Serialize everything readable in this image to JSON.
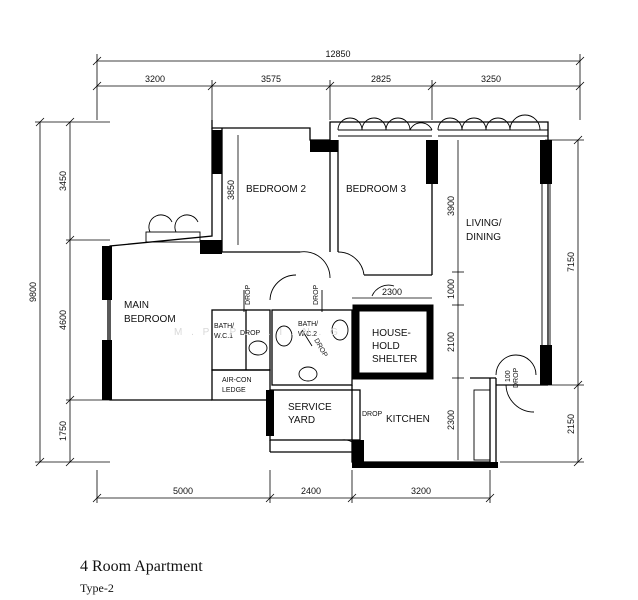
{
  "dimensions": {
    "top_total": "12850",
    "top_segments": [
      "3200",
      "3575",
      "2825",
      "3250"
    ],
    "bottom_segments": [
      "5000",
      "2400",
      "3200"
    ],
    "left_total": "9800",
    "left_segments": [
      "3450",
      "4600",
      "1750"
    ],
    "right_segments": [
      "7150",
      "2150"
    ],
    "inner": {
      "bedroom2_height": "3850",
      "living_height": "3900",
      "corridor": "1000",
      "hall": "2100",
      "kitchen_height": "2300",
      "shelter_width": "2300",
      "door_100": "100"
    }
  },
  "rooms": {
    "bedroom2": "BEDROOM 2",
    "bedroom3": "BEDROOM 3",
    "living_line1": "LIVING/",
    "living_line2": "DINING",
    "main_line1": "MAIN",
    "main_line2": "BEDROOM",
    "bath1_line1": "BATH/",
    "bath1_line2": "W.C.1",
    "bath2_line1": "BATH/",
    "bath2_line2": "W.C.2",
    "shelter_line1": "HOUSE-",
    "shelter_line2": "HOLD",
    "shelter_line3": "SHELTER",
    "aircon_line1": "AIR-CON",
    "aircon_line2": "LEDGE",
    "service_line1": "SERVICE",
    "service_line2": "YARD",
    "kitchen": "KITCHEN"
  },
  "drops": [
    "DROP",
    "DROP",
    "DROP",
    "DROP",
    "DROP",
    "DROP"
  ],
  "watermark": "M . P . P . . . I . N . G",
  "title": "4 Room Apartment",
  "subtitle": "Type-2"
}
